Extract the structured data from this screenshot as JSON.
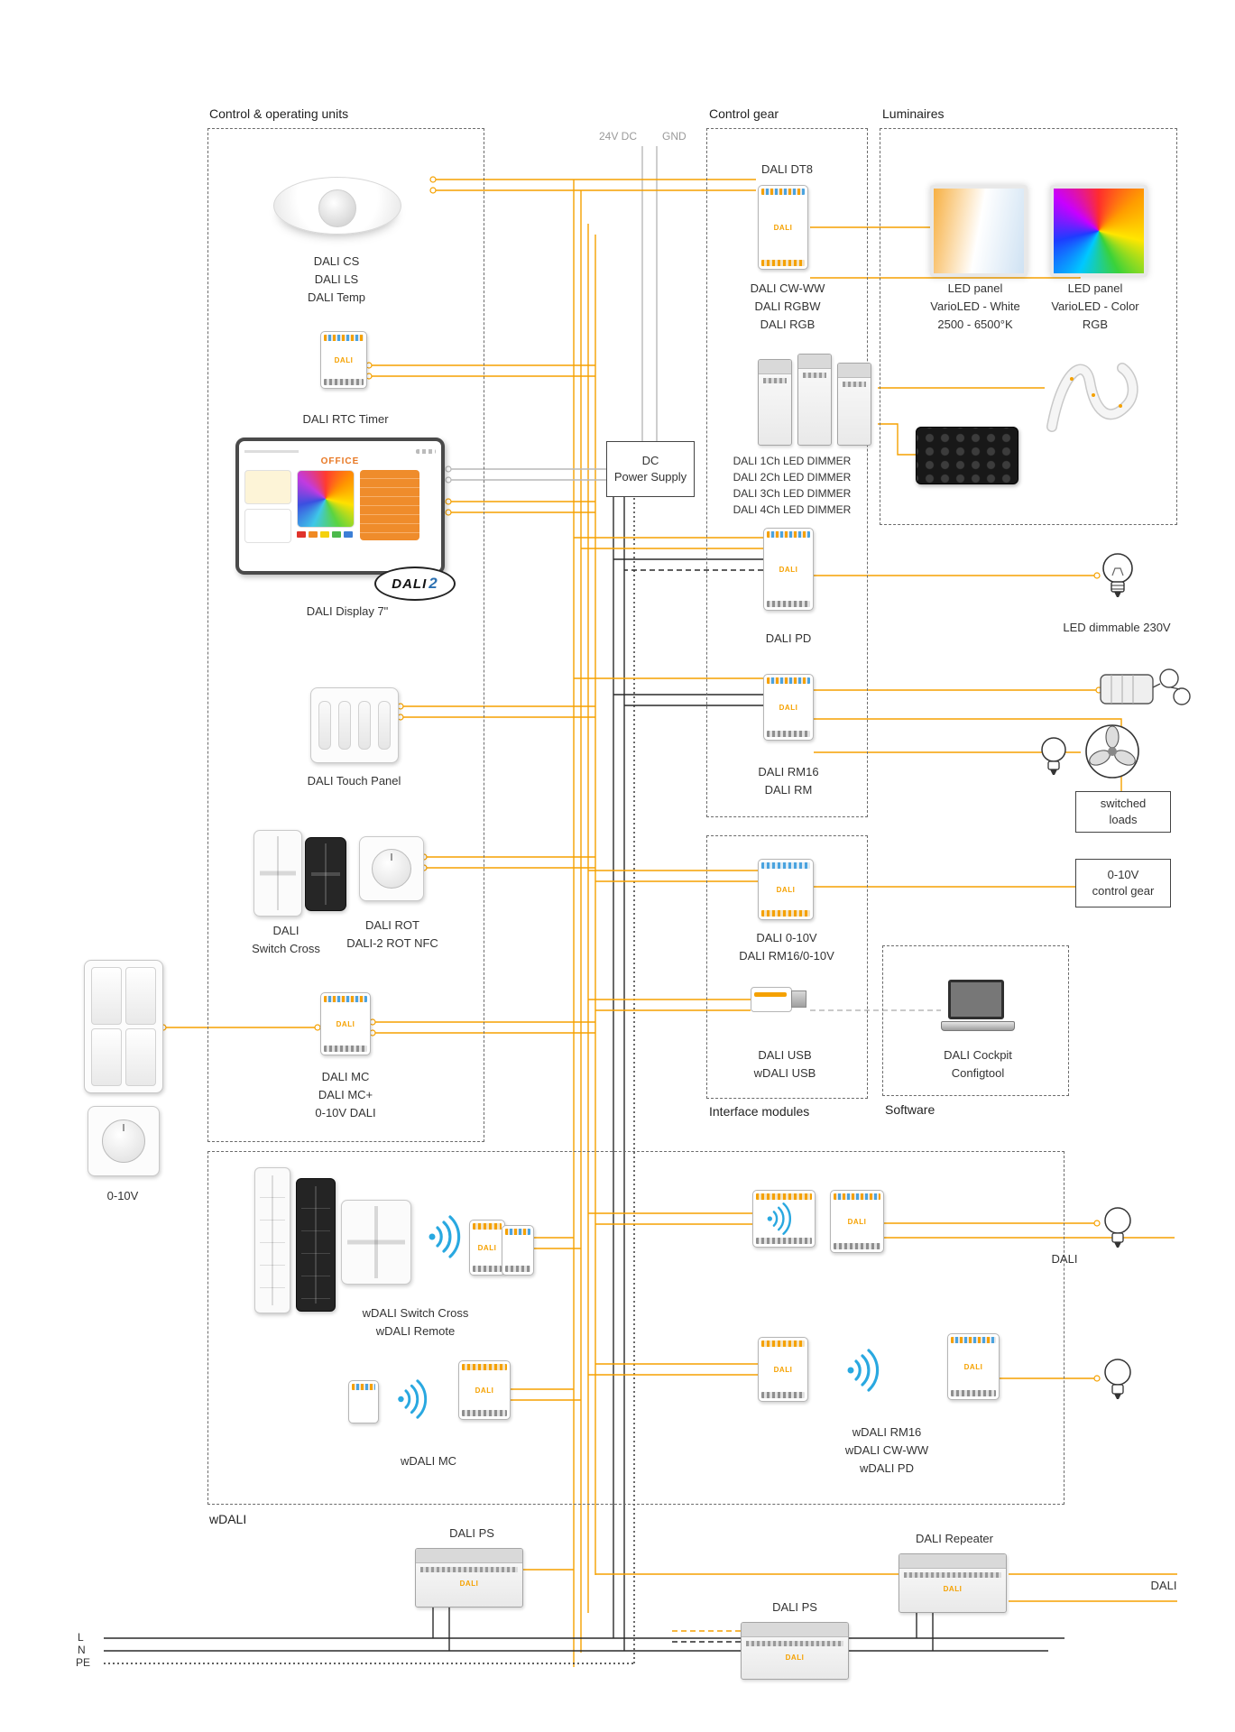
{
  "colors": {
    "accent": "#F5A100",
    "wifi_blue": "#29A8E0",
    "wire_gray": "#B9B9B9",
    "wire_black": "#2A2A2A"
  },
  "brand": "DALI",
  "headers": {
    "control_units": "Control & operating units",
    "control_gear": "Control gear",
    "luminaires": "Luminaires",
    "interface_modules": "Interface modules",
    "software": "Software",
    "wdali": "wDALI"
  },
  "power": {
    "v24": "24V DC",
    "gnd": "GND",
    "dc_line1": "DC",
    "dc_line2": "Power Supply"
  },
  "control_units": {
    "sensor": {
      "l1": "DALI CS",
      "l2": "DALI LS",
      "l3": "DALI Temp"
    },
    "rtc": {
      "label": "DALI RTC Timer"
    },
    "display": {
      "label": "DALI Display 7\"",
      "screen_title": "OFFICE",
      "logo_text": "DALI",
      "logo_num": "2"
    },
    "touch": {
      "label": "DALI Touch Panel"
    },
    "cross": {
      "l1": "DALI",
      "l2": "Switch Cross"
    },
    "rot": {
      "l1": "DALI ROT",
      "l2": "DALI-2 ROT NFC"
    },
    "mc": {
      "l1": "DALI MC",
      "l2": "DALI MC+",
      "l3": "0-10V DALI"
    },
    "zero_ten": {
      "label": "0-10V"
    }
  },
  "control_gear": {
    "dt8": {
      "title": "DALI DT8",
      "l1": "DALI CW-WW",
      "l2": "DALI RGBW",
      "l3": "DALI RGB"
    },
    "dimmers": {
      "l1": "DALI 1Ch LED DIMMER",
      "l2": "DALI 2Ch LED DIMMER",
      "l3": "DALI 3Ch LED DIMMER",
      "l4": "DALI 4Ch LED DIMMER"
    },
    "pd": {
      "label": "DALI PD"
    },
    "rm16": {
      "l1": "DALI RM16",
      "l2": "DALI RM"
    }
  },
  "luminaires": {
    "panel_white": {
      "l1": "LED panel",
      "l2": "VarioLED - White",
      "l3": "2500 - 6500°K"
    },
    "panel_color": {
      "l1": "LED panel",
      "l2": "VarioLED - Color",
      "l3": "RGB"
    },
    "led_dimmable": {
      "label": "LED dimmable 230V"
    },
    "switched_loads": {
      "l1": "switched",
      "l2": "loads"
    },
    "gear_010": {
      "l1": "0-10V",
      "l2": "control gear"
    }
  },
  "interface": {
    "dali010": {
      "l1": "DALI 0-10V",
      "l2": "DALI RM16/0-10V"
    },
    "usb": {
      "l1": "DALI USB",
      "l2": "wDALI USB"
    }
  },
  "software": {
    "cockpit": {
      "l1": "DALI Cockpit",
      "l2": "Configtool"
    }
  },
  "wdali": {
    "cross": {
      "l1": "wDALI Switch Cross",
      "l2": "wDALI Remote"
    },
    "mc": {
      "label": "wDALI MC"
    },
    "rm": {
      "l1": "wDALI RM16",
      "l2": "wDALI CW-WW",
      "l3": "wDALI PD"
    },
    "dali_tag": "DALI"
  },
  "bottom": {
    "ps1": "DALI PS",
    "ps2": "DALI PS",
    "repeater": "DALI Repeater",
    "dali_tag": "DALI",
    "mains": {
      "l": "L",
      "n": "N",
      "pe": "PE"
    }
  }
}
